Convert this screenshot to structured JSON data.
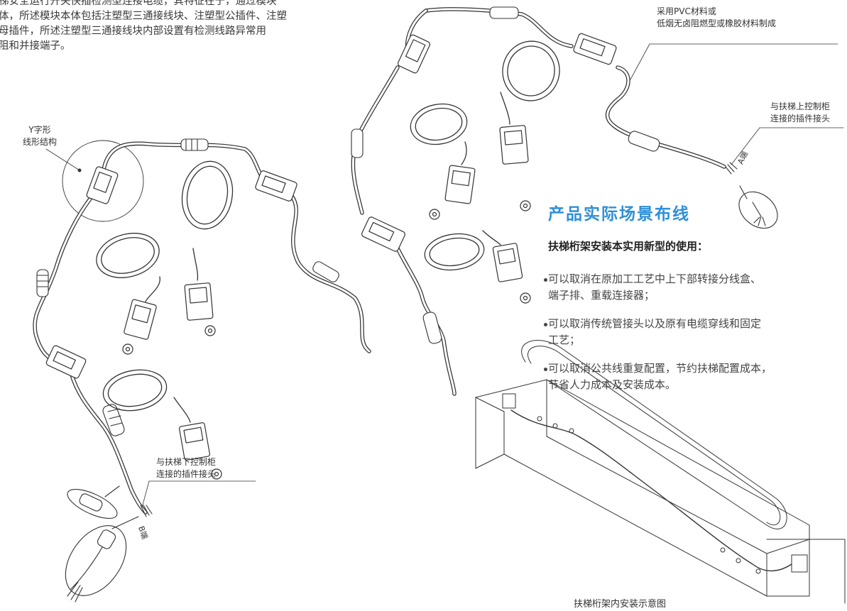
{
  "intro": {
    "lines": [
      "梯安全运行开关快插检测型连接电缆，其特征在于，通过模块",
      "体，所述模块本体包括注塑型三通接线块、注塑型公插件、注塑",
      "母插件，所述注塑型三通接线块内部设置有检测线路异常用",
      "阻和并接端子。"
    ]
  },
  "labels": {
    "y_structure_line1": "Y字形",
    "y_structure_line2": "线形结构",
    "material_line1": "采用PVC材料或",
    "material_line2": "低烟无卤阻燃型或橡胶材料制成",
    "upper_connector_line1": "与扶梯上控制柜",
    "upper_connector_line2": "连接的插件接头",
    "lower_connector_line1": "与扶梯下控制柜",
    "lower_connector_line2": "连接的插件接头",
    "end_a": "A端",
    "end_b": "B端"
  },
  "section": {
    "title": "产品实际场景布线",
    "subtitle": "扶梯桁架安装本实用新型的使用：",
    "benefits": [
      {
        "line1": "可以取消在原加工工艺中上下部转接分线盒、",
        "line2": "端子排、重载连接器；"
      },
      {
        "line1": "可以取消传统管接头以及原有电缆穿线和固定",
        "line2": "工艺；"
      },
      {
        "line1": "可以取消公共线重复配置，节约扶梯配置成本，",
        "line2": "节省人力成本及安装成本。"
      }
    ]
  },
  "diagram": {
    "caption": "扶梯桁架内安装示意图"
  },
  "icons": [
    "y-junction-block-icon",
    "connector-plug-icon",
    "limit-switch-icon",
    "cable-coil-icon",
    "wire-end-icon",
    "escalator-truss-icon"
  ],
  "colors": {
    "accent": "#2f8fd8",
    "line": "#333333"
  }
}
